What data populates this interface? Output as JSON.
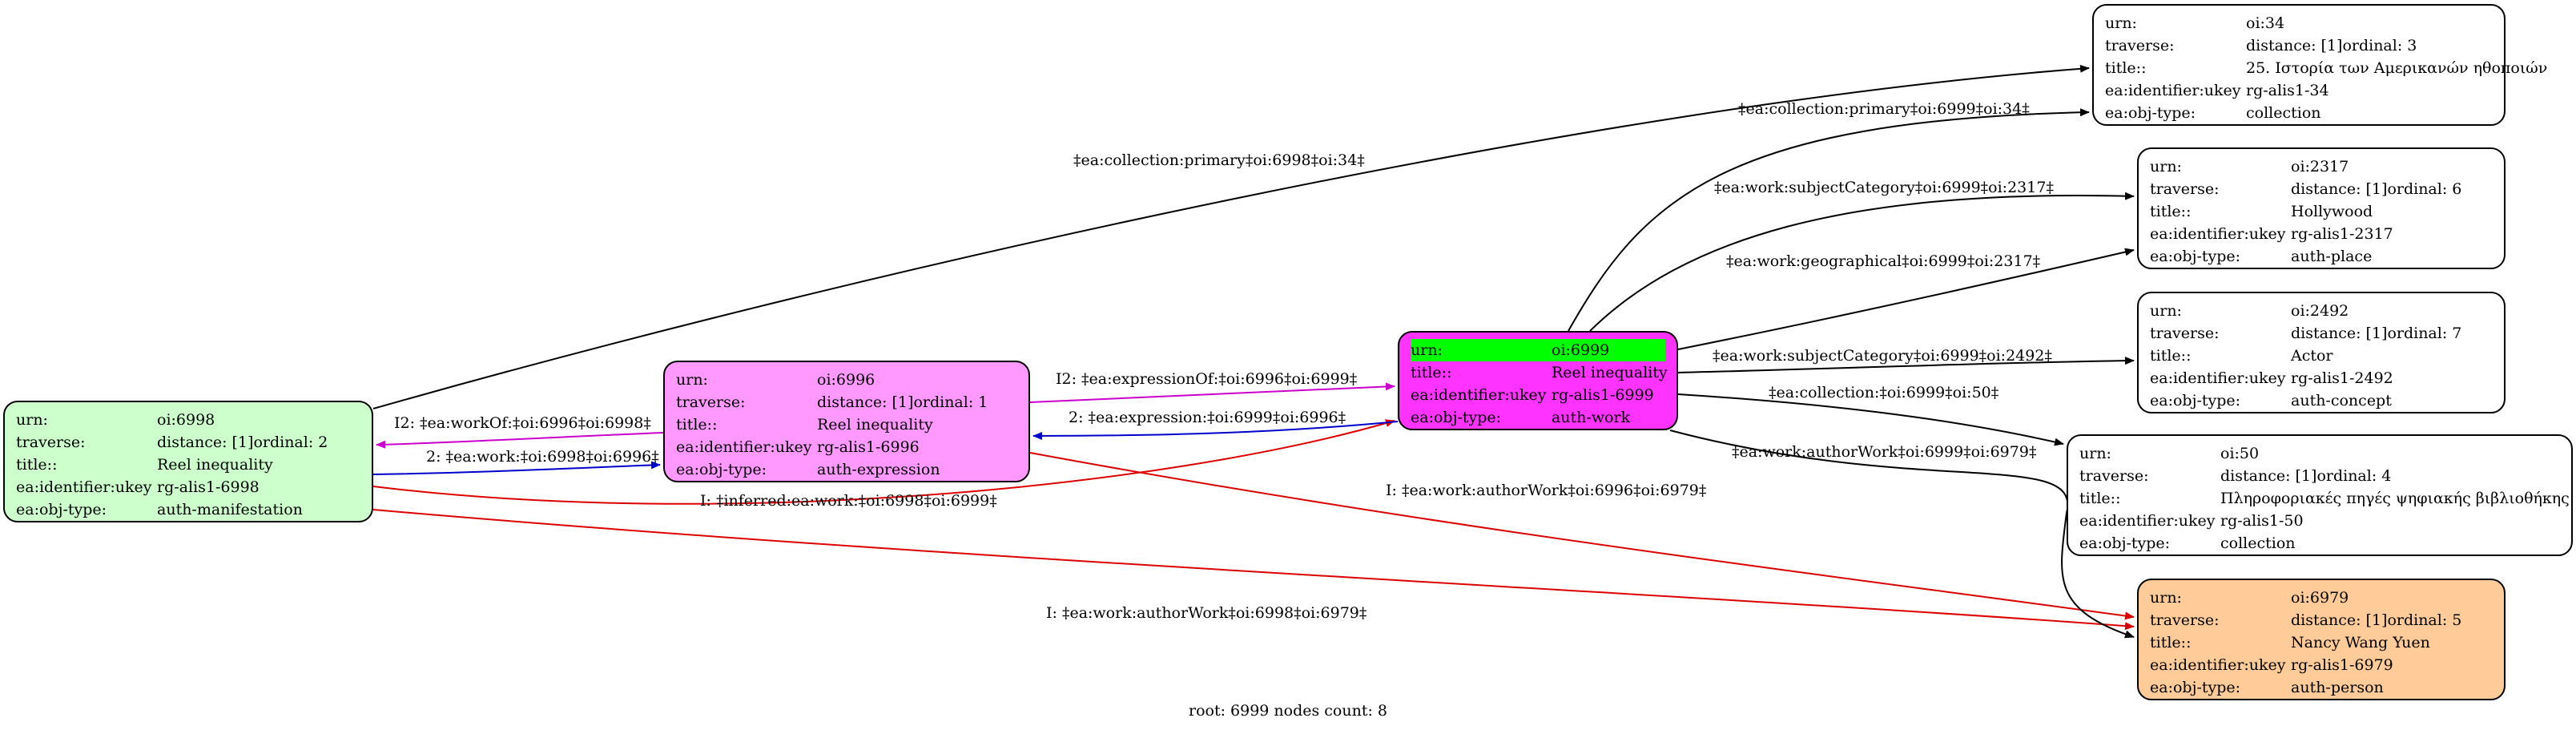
{
  "nodes": [
    {
      "id": "n6998",
      "fill": "#ccffcc",
      "highlight": false,
      "rows": [
        [
          "urn:",
          "oi:6998"
        ],
        [
          "traverse:",
          "distance: [1]",
          "ordinal: 2"
        ],
        [
          "title::",
          "Reel inequality"
        ],
        [
          "ea:identifier:ukey",
          "rg-alis1-6998"
        ],
        [
          "ea:obj-type:",
          "auth-manifestation"
        ]
      ]
    },
    {
      "id": "n6996",
      "fill": "#ff99ff",
      "highlight": false,
      "rows": [
        [
          "urn:",
          "oi:6996"
        ],
        [
          "traverse:",
          "distance: [1]",
          "ordinal: 1"
        ],
        [
          "title::",
          "Reel inequality"
        ],
        [
          "ea:identifier:ukey",
          "rg-alis1-6996"
        ],
        [
          "ea:obj-type:",
          "auth-expression"
        ]
      ]
    },
    {
      "id": "n6999",
      "fill": "#ff33ff",
      "highlight": true,
      "rows": [
        [
          "urn:",
          "oi:6999"
        ],
        [
          "title::",
          "Reel inequality"
        ],
        [
          "ea:identifier:ukey",
          "rg-alis1-6999"
        ],
        [
          "ea:obj-type:",
          "auth-work"
        ]
      ]
    },
    {
      "id": "n34",
      "fill": "#ffffff",
      "highlight": false,
      "rows": [
        [
          "urn:",
          "oi:34"
        ],
        [
          "traverse:",
          "distance: [1]",
          "ordinal: 3"
        ],
        [
          "title::",
          "25. Ιστορία των Αμερικανών ηθοποιών"
        ],
        [
          "ea:identifier:ukey",
          "rg-alis1-34"
        ],
        [
          "ea:obj-type:",
          "collection"
        ]
      ]
    },
    {
      "id": "n2317",
      "fill": "#ffffff",
      "highlight": false,
      "rows": [
        [
          "urn:",
          "oi:2317"
        ],
        [
          "traverse:",
          "distance: [1]",
          "ordinal: 6"
        ],
        [
          "title::",
          "Hollywood"
        ],
        [
          "ea:identifier:ukey",
          "rg-alis1-2317"
        ],
        [
          "ea:obj-type:",
          "auth-place"
        ]
      ]
    },
    {
      "id": "n2492",
      "fill": "#ffffff",
      "highlight": false,
      "rows": [
        [
          "urn:",
          "oi:2492"
        ],
        [
          "traverse:",
          "distance: [1]",
          "ordinal: 7"
        ],
        [
          "title::",
          "Actor"
        ],
        [
          "ea:identifier:ukey",
          "rg-alis1-2492"
        ],
        [
          "ea:obj-type:",
          "auth-concept"
        ]
      ]
    },
    {
      "id": "n50",
      "fill": "#ffffff",
      "highlight": false,
      "rows": [
        [
          "urn:",
          "oi:50"
        ],
        [
          "traverse:",
          "distance: [1]",
          "ordinal: 4"
        ],
        [
          "title::",
          "Πληροφοριακές πηγές ψηφιακής βιβλιοθήκης"
        ],
        [
          "ea:identifier:ukey",
          "rg-alis1-50"
        ],
        [
          "ea:obj-type:",
          "collection"
        ]
      ]
    },
    {
      "id": "n6979",
      "fill": "#ffcc99",
      "highlight": false,
      "rows": [
        [
          "urn:",
          "oi:6979"
        ],
        [
          "traverse:",
          "distance: [1]",
          "ordinal: 5"
        ],
        [
          "title::",
          "Nancy Wang Yuen"
        ],
        [
          "ea:identifier:ukey",
          "rg-alis1-6979"
        ],
        [
          "ea:obj-type:",
          "auth-person"
        ]
      ]
    }
  ],
  "edges": [
    {
      "id": "e1",
      "label": "‡ea:collection:primary‡oi:6998‡oi:34‡",
      "color": "#000000"
    },
    {
      "id": "e2",
      "label": "I2: ‡ea:workOf:‡oi:6996‡oi:6998‡",
      "color": "#cc00cc"
    },
    {
      "id": "e3",
      "label": "2: ‡ea:work:‡oi:6998‡oi:6996‡",
      "color": "#0000cc"
    },
    {
      "id": "e4",
      "label": "I: ‡inferred:ea:work:‡oi:6998‡oi:6999‡",
      "color": "#dd0000"
    },
    {
      "id": "e5",
      "label": "I: ‡ea:work:authorWork‡oi:6998‡oi:6979‡",
      "color": "#dd0000"
    },
    {
      "id": "e6",
      "label": "I2: ‡ea:expressionOf:‡oi:6996‡oi:6999‡",
      "color": "#cc00cc"
    },
    {
      "id": "e7",
      "label": "2: ‡ea:expression:‡oi:6999‡oi:6996‡",
      "color": "#0000cc"
    },
    {
      "id": "e8",
      "label": "I: ‡ea:work:authorWork‡oi:6996‡oi:6979‡",
      "color": "#dd0000"
    },
    {
      "id": "e9",
      "label": "‡ea:collection:primary‡oi:6999‡oi:34‡",
      "color": "#000000"
    },
    {
      "id": "e10",
      "label": "‡ea:work:subjectCategory‡oi:6999‡oi:2317‡",
      "color": "#000000"
    },
    {
      "id": "e11",
      "label": "‡ea:work:geographical‡oi:6999‡oi:2317‡",
      "color": "#000000"
    },
    {
      "id": "e12",
      "label": "‡ea:work:subjectCategory‡oi:6999‡oi:2492‡",
      "color": "#000000"
    },
    {
      "id": "e13",
      "label": "‡ea:collection:‡oi:6999‡oi:50‡",
      "color": "#000000"
    },
    {
      "id": "e14",
      "label": "‡ea:work:authorWork‡oi:6999‡oi:6979‡",
      "color": "#000000"
    }
  ],
  "footer": "root: 6999 nodes count: 8"
}
